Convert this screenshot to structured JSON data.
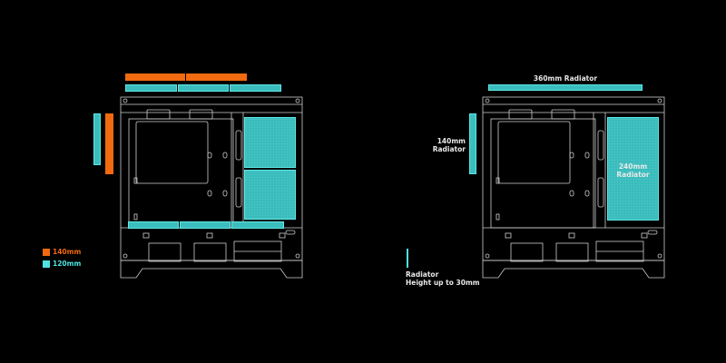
{
  "legend": [
    {
      "label": "140mm",
      "color": "#f26a0f"
    },
    {
      "label": "120mm",
      "color": "#3bbdbd"
    }
  ],
  "right_diagram": {
    "top_label": "360mm Radiator",
    "side_label": [
      "140mm",
      "Radiator"
    ],
    "rear_label": [
      "240mm",
      "Radiator"
    ],
    "note": [
      "Radiator",
      "Height up to 30mm"
    ]
  },
  "colors": {
    "accent_cyan": "#3bbdbd",
    "accent_orange": "#f26a0f",
    "outline": "#d0d0d0"
  }
}
